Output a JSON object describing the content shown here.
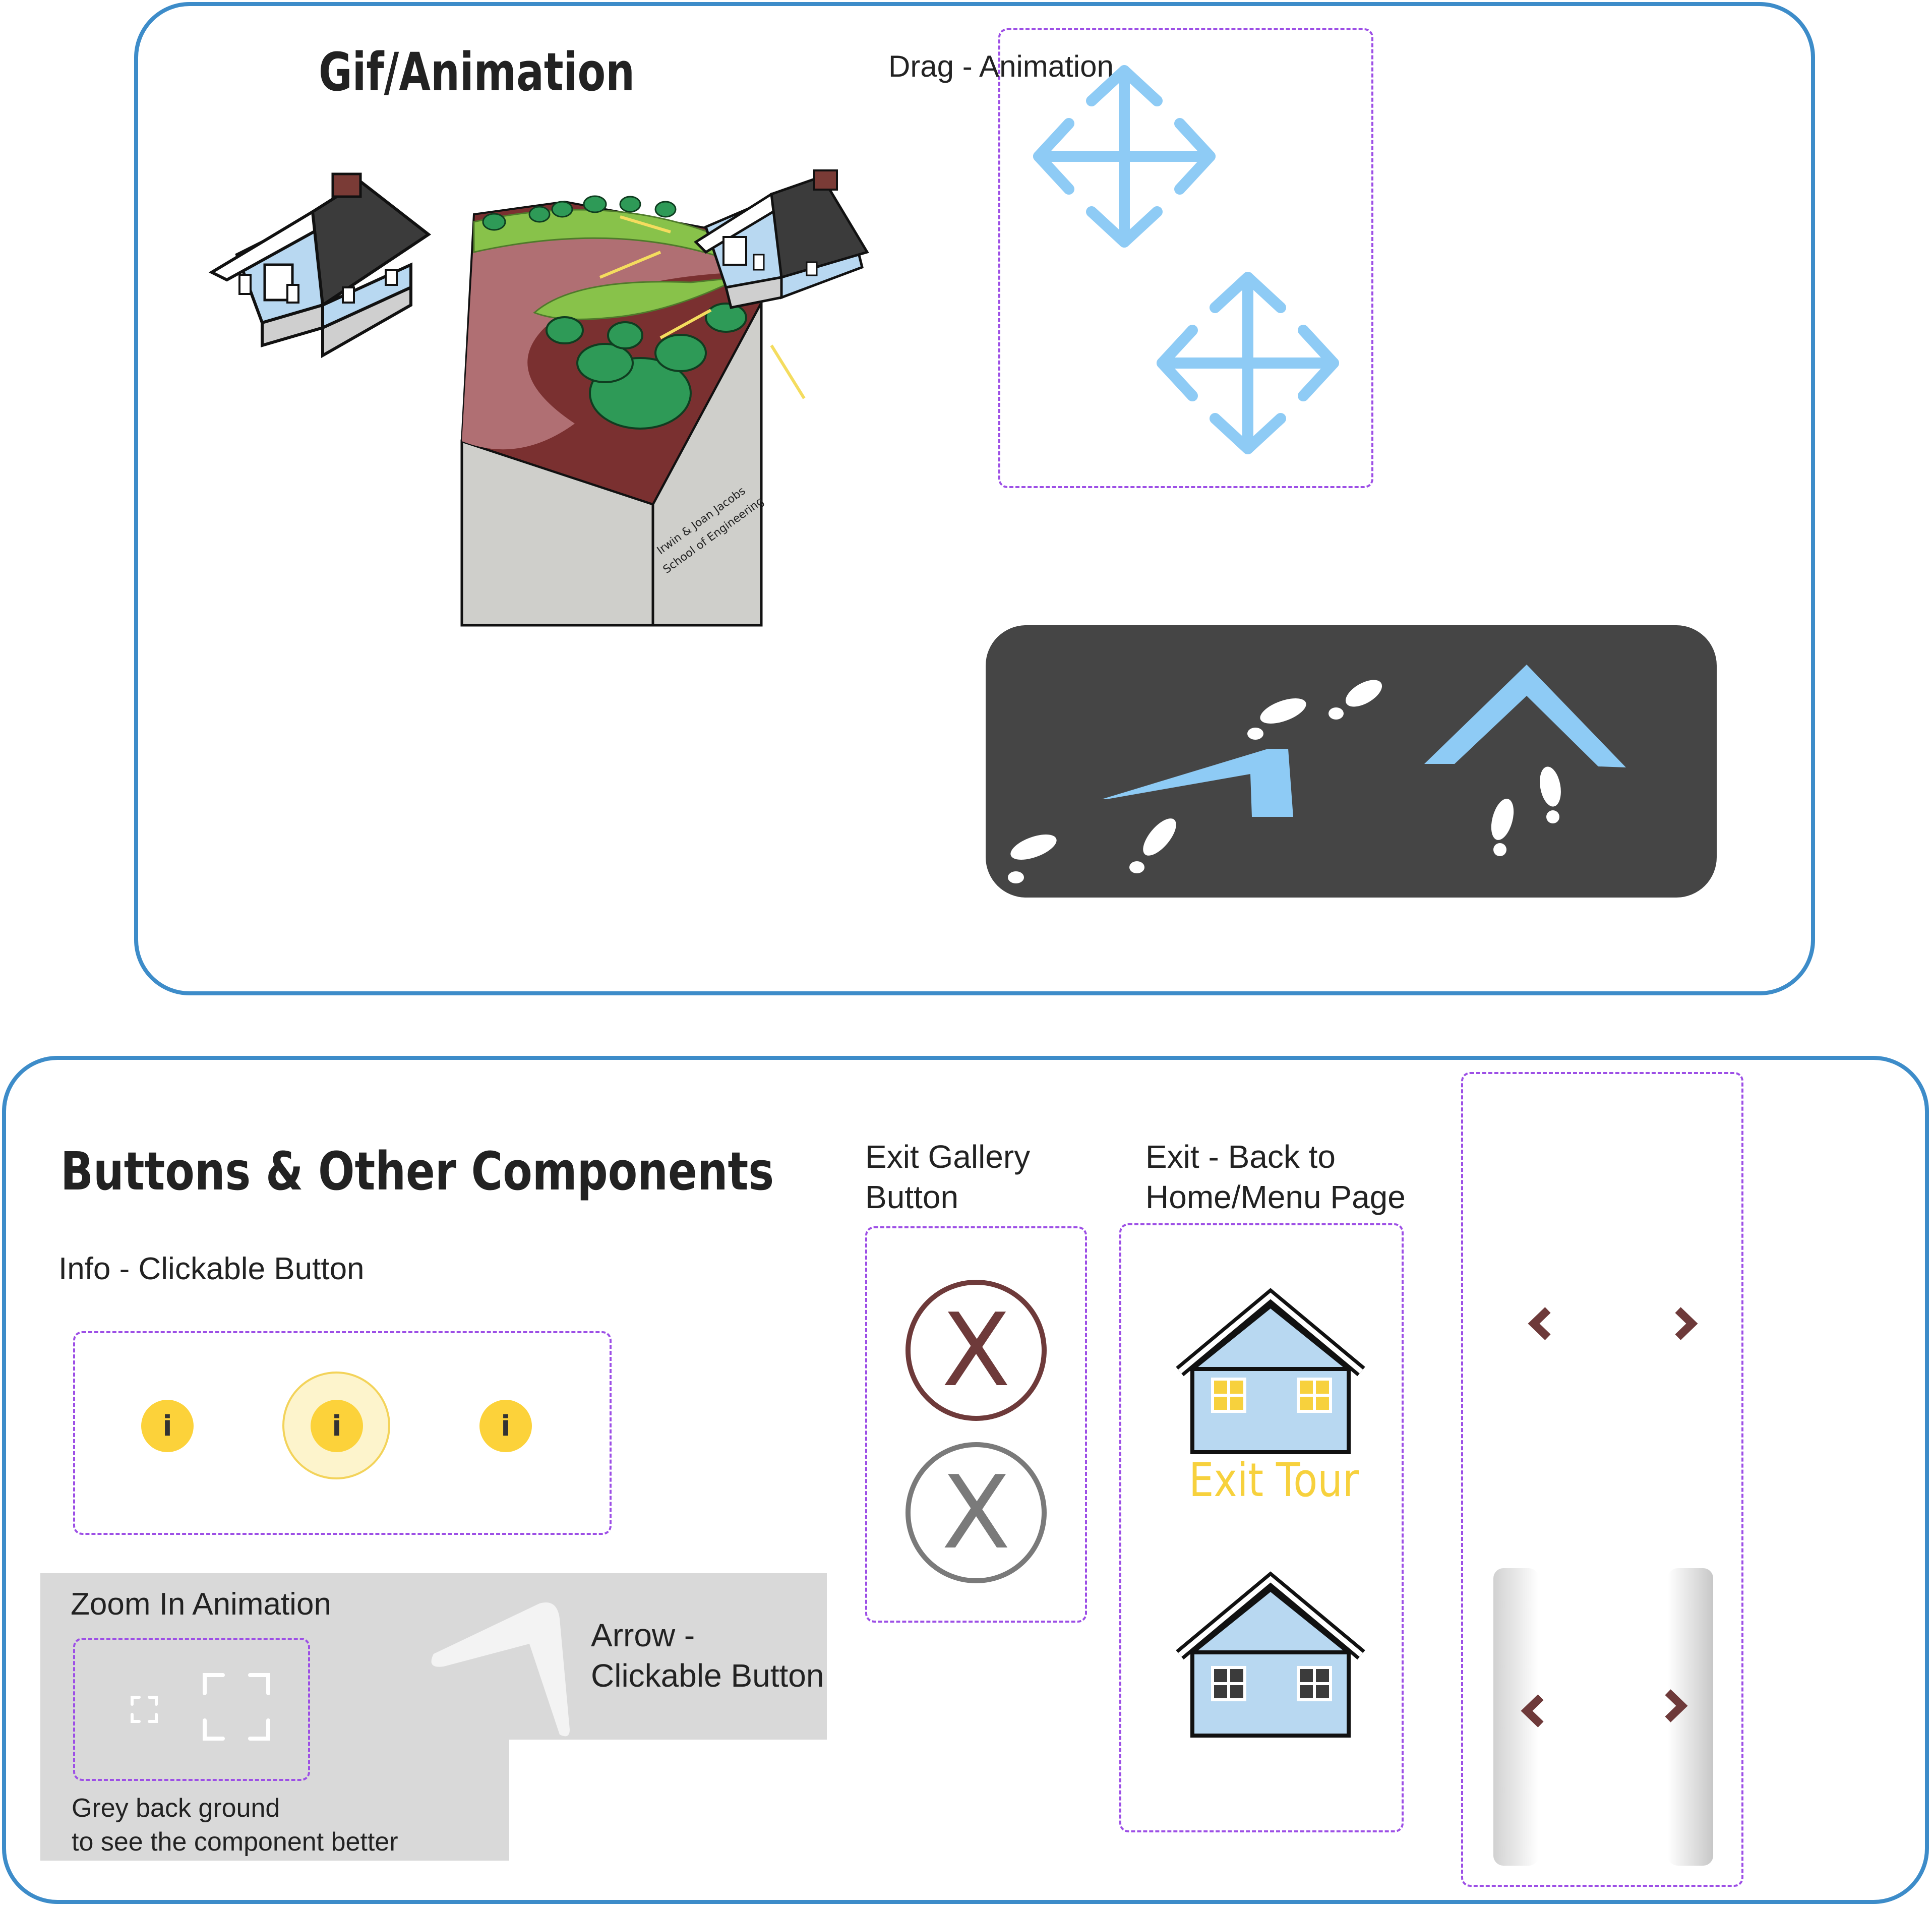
{
  "top_panel": {
    "title": "Gif/Animation",
    "drag_label": "Drag - Animation",
    "sign_text_1": "Irwin & Joan Jacobs",
    "sign_text_2": "School of Engineering"
  },
  "bottom_panel": {
    "title": "Buttons & Other Components",
    "info_label": "Info - Clickable Button",
    "info_glyph": "i",
    "zoom_label": "Zoom In Animation",
    "arrow_label_1": "Arrow -",
    "arrow_label_2": "Clickable Button",
    "grey_note_1": "Grey back ground",
    "grey_note_2": "to see the component better",
    "exit_gallery_label_1": "Exit Gallery",
    "exit_gallery_label_2": "Button",
    "exit_glyph": "X",
    "exit_home_label_1": "Exit - Back to",
    "exit_home_label_2": "Home/Menu Page",
    "exit_tour_text": "Exit Tour"
  },
  "colors": {
    "panel_border": "#3d8cc9",
    "dashed_border": "#9d4fe6",
    "info_yellow": "#fcd23a",
    "exit_red": "#6e3a3a",
    "exit_grey": "#7a7a7a",
    "house_blue": "#b8d8f1",
    "arrow_blue": "#8ecbf5",
    "dark_card": "#454545",
    "chevron": "#6e3a3a",
    "exit_tour_yellow": "#f7d13d"
  },
  "icons": [
    "house-icon",
    "campus-map-illustration",
    "move-arrows-icon",
    "footsteps-icon",
    "turn-arrow-icon",
    "info-icon",
    "close-icon",
    "home-icon",
    "chevron-left-icon",
    "chevron-right-icon",
    "zoom-frame-icon"
  ]
}
